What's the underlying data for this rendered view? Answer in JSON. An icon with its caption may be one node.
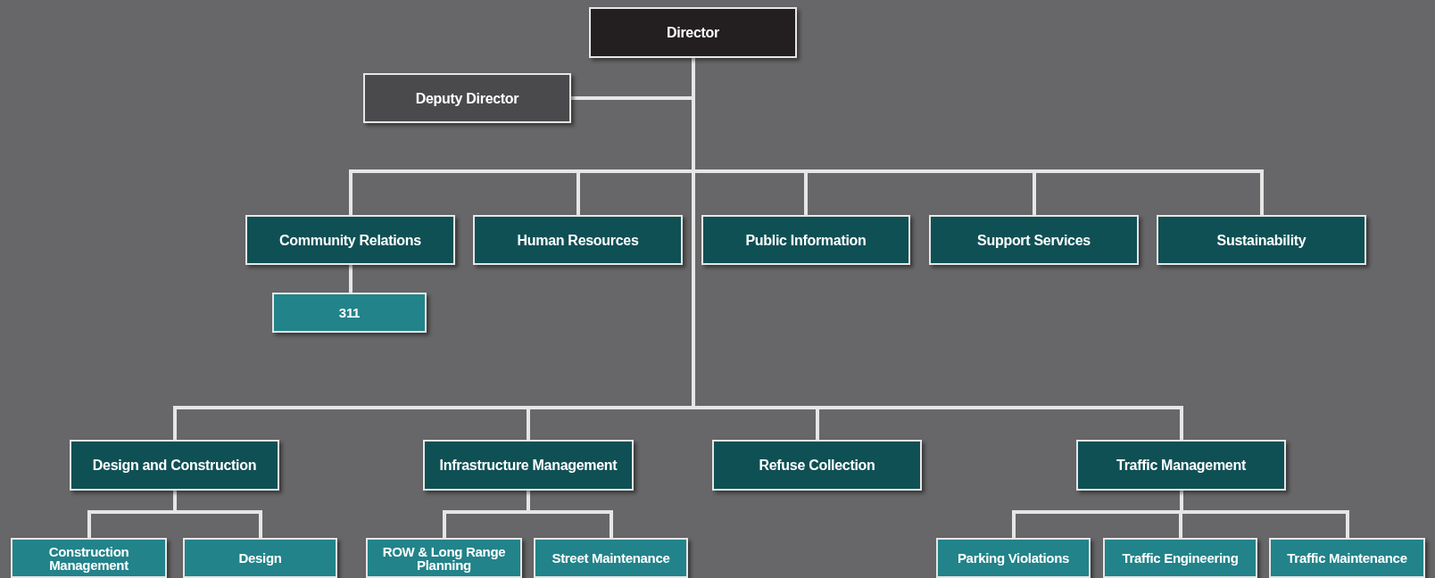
{
  "diagram": {
    "nodes": [
      {
        "text": [
          "Director"
        ]
      },
      {
        "text": [
          "Deputy Director"
        ]
      },
      {
        "text": [
          "Community Relations"
        ]
      },
      {
        "text": [
          "Human Resources"
        ]
      },
      {
        "text": [
          "Public Information"
        ]
      },
      {
        "text": [
          "Support Services"
        ]
      },
      {
        "text": [
          "Sustainability"
        ]
      },
      {
        "text": [
          "311"
        ]
      },
      {
        "text": [
          "Design and Construction"
        ]
      },
      {
        "text": [
          "Infrastructure Management"
        ]
      },
      {
        "text": [
          "Refuse Collection"
        ]
      },
      {
        "text": [
          "Traffic Management"
        ]
      },
      {
        "text": [
          "Construction Management"
        ]
      },
      {
        "text": [
          "Design"
        ]
      },
      {
        "text": [
          "ROW & Long Range Planning"
        ]
      },
      {
        "text": [
          "Street Maintenance"
        ]
      },
      {
        "text": [
          "Parking Violations"
        ]
      },
      {
        "text": [
          "Traffic Engineering"
        ]
      },
      {
        "text": [
          "Traffic Maintenance"
        ]
      }
    ],
    "edges": [
      {
        "from": 0,
        "to": 1,
        "arrow": "none"
      },
      {
        "from": 0,
        "to": 2,
        "arrow": "none"
      },
      {
        "from": 0,
        "to": 3,
        "arrow": "none"
      },
      {
        "from": 0,
        "to": 4,
        "arrow": "none"
      },
      {
        "from": 0,
        "to": 5,
        "arrow": "none"
      },
      {
        "from": 0,
        "to": 6,
        "arrow": "none"
      },
      {
        "from": 2,
        "to": 7,
        "arrow": "none"
      },
      {
        "from": 0,
        "to": 8,
        "arrow": "none"
      },
      {
        "from": 0,
        "to": 9,
        "arrow": "none"
      },
      {
        "from": 0,
        "to": 10,
        "arrow": "none"
      },
      {
        "from": 0,
        "to": 11,
        "arrow": "none"
      },
      {
        "from": 8,
        "to": 12,
        "arrow": "none"
      },
      {
        "from": 8,
        "to": 13,
        "arrow": "none"
      },
      {
        "from": 9,
        "to": 14,
        "arrow": "none"
      },
      {
        "from": 9,
        "to": 15,
        "arrow": "none"
      },
      {
        "from": 11,
        "to": 16,
        "arrow": "none"
      },
      {
        "from": 11,
        "to": 17,
        "arrow": "none"
      },
      {
        "from": 11,
        "to": 18,
        "arrow": "none"
      }
    ]
  }
}
